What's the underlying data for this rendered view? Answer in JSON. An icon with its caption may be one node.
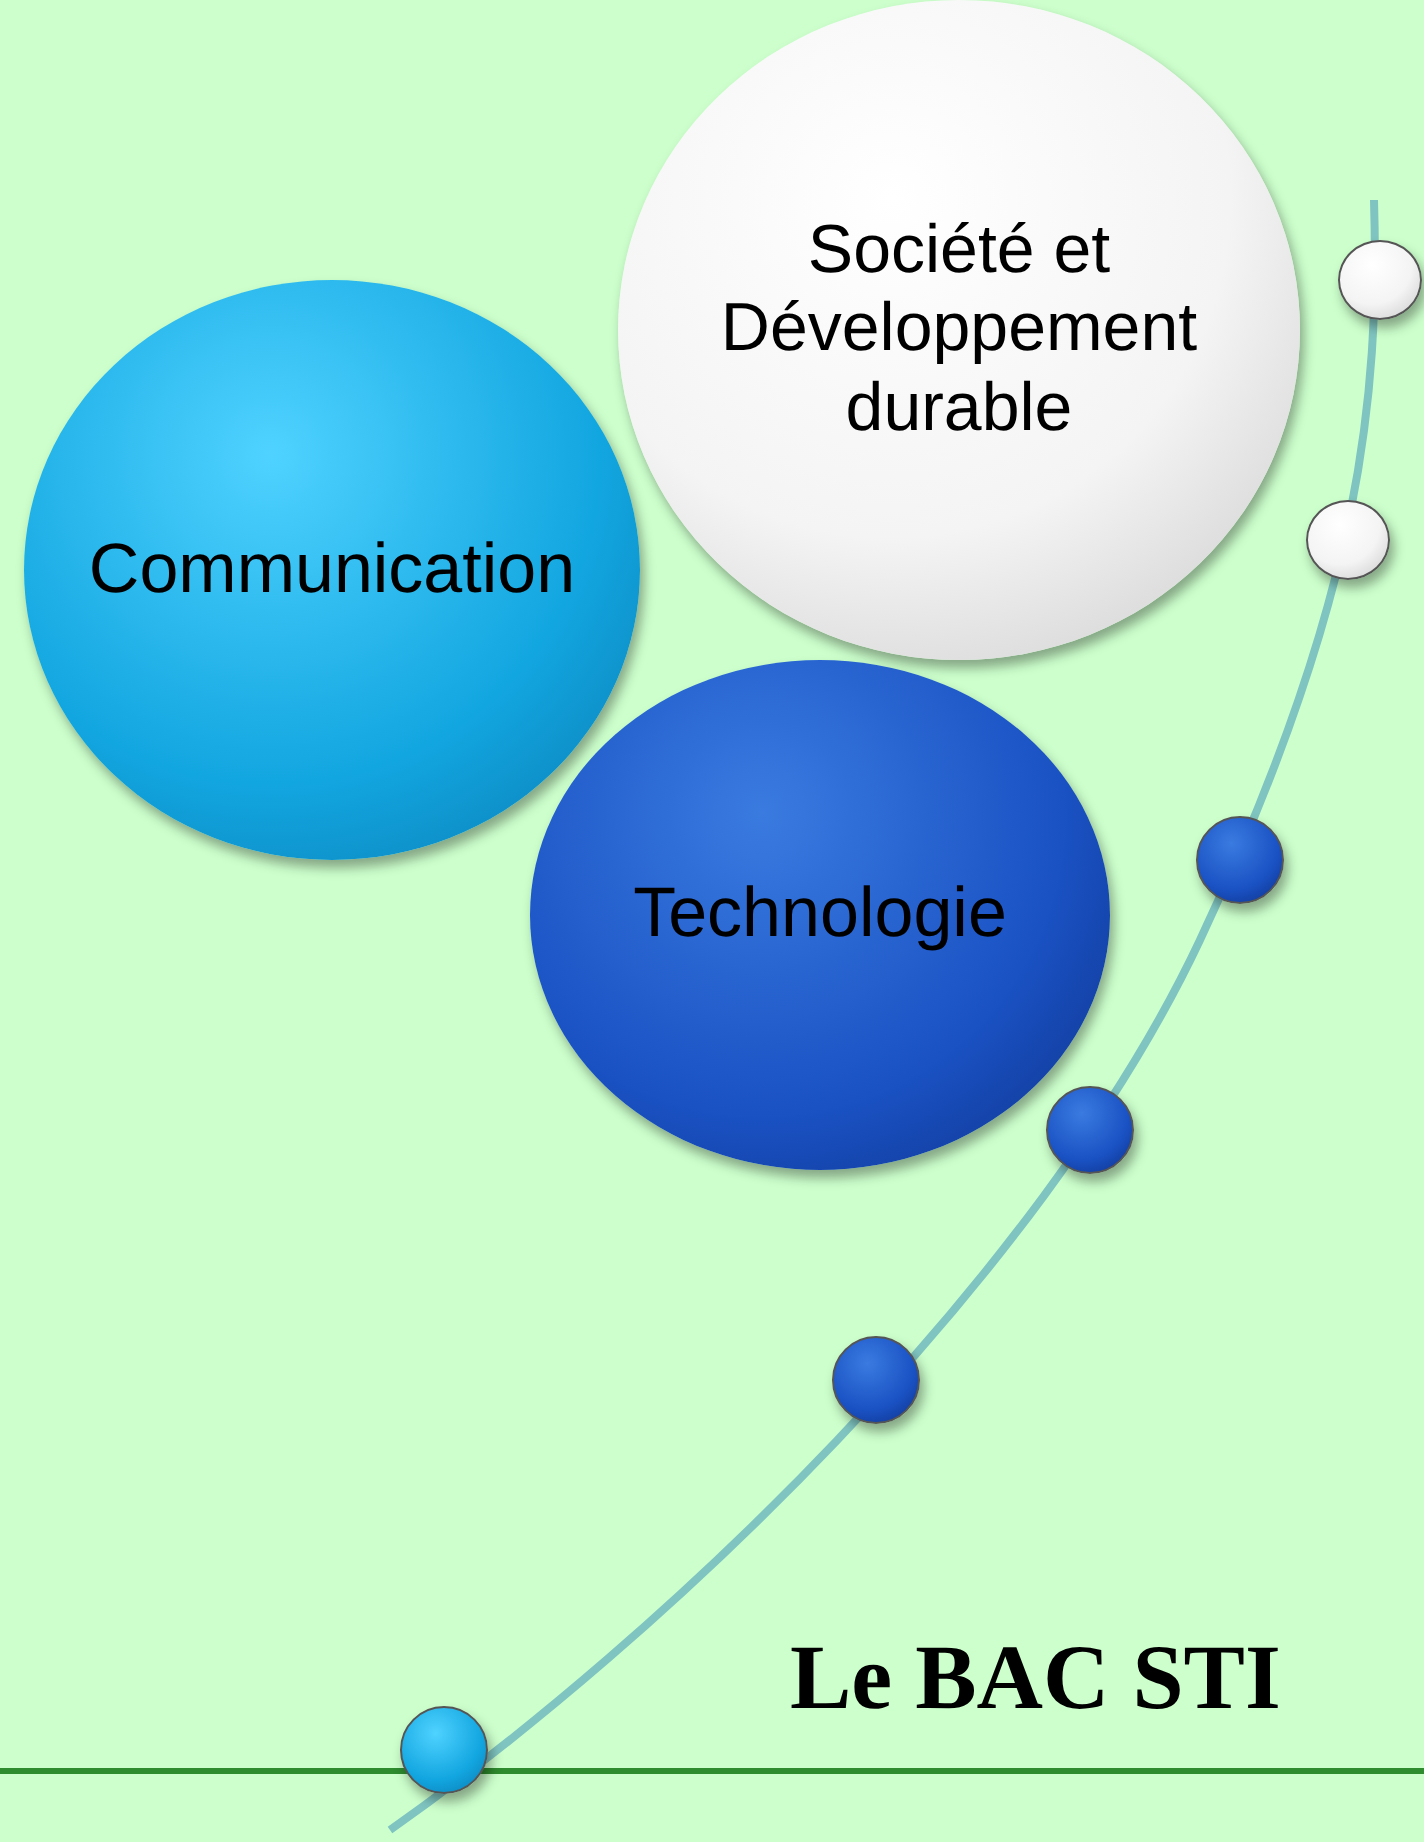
{
  "diagram": {
    "nodes": [
      {
        "text": [
          "Société et Développement durable"
        ]
      },
      {
        "text": [
          "Communication"
        ]
      },
      {
        "text": [
          "Technologie"
        ]
      },
      {
        "text": [],
        "shape": "circle"
      },
      {
        "text": [],
        "shape": "circle"
      },
      {
        "text": [],
        "shape": "circle"
      },
      {
        "text": [],
        "shape": "circle"
      },
      {
        "text": [],
        "shape": "circle"
      },
      {
        "text": [],
        "shape": "circle"
      }
    ],
    "labels": [
      "Le BAC STI"
    ]
  }
}
